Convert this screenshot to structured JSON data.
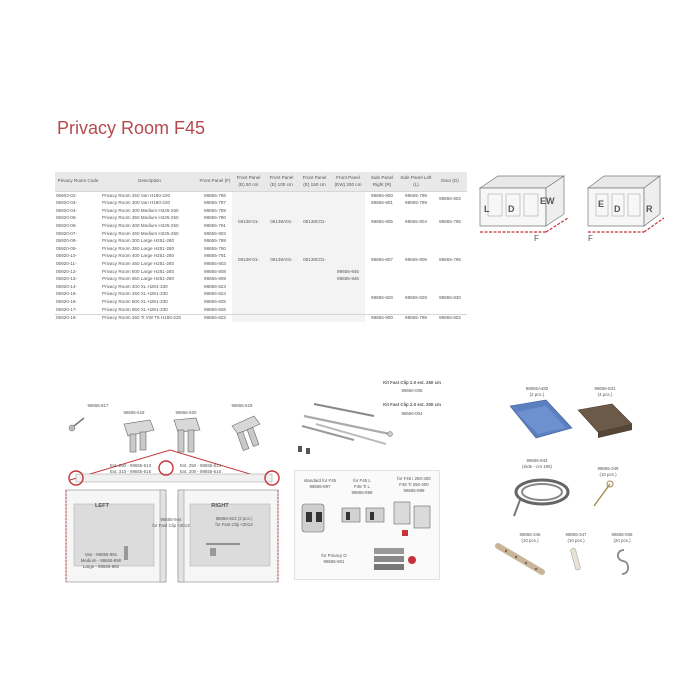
{
  "heading": "Privacy Room F45",
  "table": {
    "headers": [
      "Privacy Room Code",
      "Description",
      "Front Panel (F)",
      "Front Panel (E) 50 cm",
      "Front Panel (E) 100 cm",
      "Front Panel (E) 150 cm",
      "Front Panel (EW) 200 cm",
      "Side Panel Right (R)",
      "Side Panel Left (L)",
      "Door (D)"
    ],
    "rows": [
      {
        "code": "05603-02-",
        "desc": "Privacy Room 250 Van H180-220",
        "f": "98655-786"
      },
      {
        "code": "05920-03-",
        "desc": "Privacy Room 300 Van H180-220",
        "f": "98655-787"
      },
      {
        "code": "05920-04-",
        "desc": "Privacy Room 300 Medium H225-250",
        "f": "98655-789"
      },
      {
        "code": "05920-05-",
        "desc": "Privacy Room 350 Medium H225-250",
        "f": "98655-790"
      },
      {
        "code": "05920-06-",
        "desc": "Privacy Room 400 Medium H225-250",
        "f": "98655-791"
      },
      {
        "code": "05920-07-",
        "desc": "Privacy Room 450 Medium H225-250",
        "f": "98655-803"
      },
      {
        "code": "05920-08-",
        "desc": "Privacy Room 300 Large H251-280",
        "f": "98655-789"
      },
      {
        "code": "05920-09-",
        "desc": "Privacy Room 350 Large H251-280",
        "f": "98655-790"
      },
      {
        "code": "05920-10-",
        "desc": "Privacy Room 400 Large H251-280",
        "f": "98655-791"
      },
      {
        "code": "05920-11-",
        "desc": "Privacy Room 450 Large H251-280",
        "f": "98655-803"
      },
      {
        "code": "05920-12-",
        "desc": "Privacy Room 500 Large H251-280",
        "f": "98655-808"
      },
      {
        "code": "05920-13-",
        "desc": "Privacy Room 550 Large H251-280",
        "f": "98655-809"
      },
      {
        "code": "05920-14-",
        "desc": "Privacy Room 400 XL H281-330",
        "f": "98655-823"
      },
      {
        "code": "05920-15-",
        "desc": "Privacy Room 450 XL H281-330",
        "f": "98655-824"
      },
      {
        "code": "05920-16-",
        "desc": "Privacy Room 500 XL H281-330",
        "f": "98655-825"
      },
      {
        "code": "05920-17-",
        "desc": "Privacy Room 550 XL H281-330",
        "f": "98655-826"
      },
      {
        "code": "05920-18-",
        "desc": "Privacy Room 260 Ti VW T5 H180-220",
        "f": "98655-822"
      }
    ],
    "merged": {
      "g1_r": "98655-800",
      "g1_l": "98655-798",
      "g1_d": "98655-802",
      "g1_r2": "98655-801",
      "g1_l2": "98655-799",
      "g2_e50": "06138-01-",
      "g2_e100": "06138A01-",
      "g2_e150": "06138C01-",
      "g2_r": "98655-805",
      "g2_l": "98655-804",
      "g2_d": "98655-795",
      "g3_e50": "06138-01-",
      "g3_e100": "06138A01-",
      "g3_e150": "06138C01-",
      "g3_ew1": "98655-945",
      "g3_ew2": "98655-945",
      "g3_r": "98655-807",
      "g3_l": "98655-806",
      "g3_d": "98655-795",
      "g4_r": "98655-829",
      "g4_l": "98655-828",
      "g4_d": "98655-830",
      "g5_r": "98655-800",
      "g5_l": "98655-798",
      "g5_d": "98655-802"
    }
  },
  "diagrams": {
    "left_letters": {
      "l": "L",
      "d": "D",
      "ew": "EW",
      "f": "F"
    },
    "right_letters": {
      "e": "E",
      "d": "D",
      "r": "R",
      "f": "F"
    }
  },
  "parts": {
    "clip_817": "98655-817",
    "clip_618": "98655-618",
    "clip_620": "98655-620",
    "clip_619": "98655-619",
    "ext_left_1": "Ext. 250 - 98655-613",
    "ext_left_2": "Ext. 310 - 98655-615",
    "ext_right_1": "Ext. 250 - 98655-614",
    "ext_right_2": "Ext. 200 - 98655-616",
    "left_label": "LEFT",
    "right_label": "RIGHT",
    "van_1": "Van - 98655-891",
    "van_2": "Medium - 98655-890",
    "van_3": "Large - 98655-892",
    "fastclip_left_1": "98655-944",
    "fastclip_left_2": "for Fast Clip <2013",
    "fastclip_right_1": "98655-823 (2 pcs.)",
    "fastclip_right_2": "for Fast Clip <2013",
    "kit_250": "Kit Fast Clip 2.0 ext. 250 cm",
    "kit_250_code": "98660-005",
    "kit_200": "Kit Fast Clip 2.0 ext. 200 cm",
    "kit_200_code": "98660-004",
    "std_1": "standard for F45",
    "std_2": "98655-897",
    "f45l_1": "for F45 L",
    "f45l_2": "F45 Ti L",
    "f45l_3": "98655-898",
    "f45i_1": "for F45 i 250-300",
    "f45i_2": "F45 Ti 250-300",
    "f45i_3": "98655-899",
    "privacyo_1": "for Privacy O",
    "privacyo_2": "98655-901",
    "p482_1": "98655A482",
    "p482_2": "(2 pcs.)",
    "p831_1": "98655-831",
    "p831_2": "(4 pcs.)",
    "p943_1": "98655-943",
    "p943_2": "(Side - cm 195)",
    "p349_1": "98655-349",
    "p349_2": "(10 pcs.)",
    "p346_1": "98655-346",
    "p346_2": "(10 pcs.)",
    "p347_1": "98655-347",
    "p347_2": "(10 pcs.)",
    "p006_1": "98655-006",
    "p006_2": "(20 pcs.)"
  },
  "colors": {
    "accent": "#b44a4f",
    "header_bg": "#e9e9e9",
    "bracket_red": "#c4343a"
  }
}
